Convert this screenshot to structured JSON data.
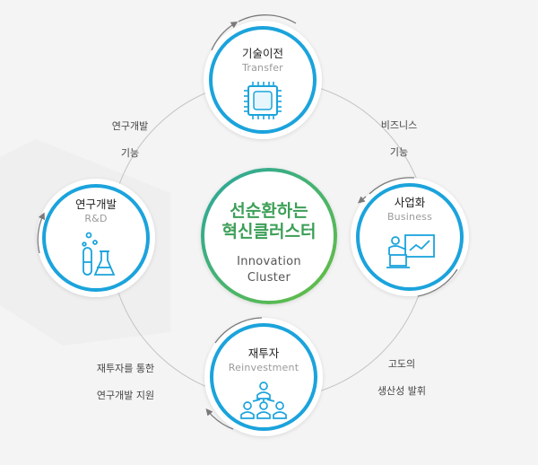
{
  "center": {
    "title_line1": "선순환하는",
    "title_line2": "혁신클러스터",
    "subtitle_line1": "Innovation",
    "subtitle_line2": "Cluster"
  },
  "nodes": {
    "transfer": {
      "ko": "기술이전",
      "en": "Transfer",
      "icon": "chip-icon"
    },
    "business": {
      "ko": "사업화",
      "en": "Business",
      "icon": "presentation-icon"
    },
    "reinvestment": {
      "ko": "재투자",
      "en": "Reinvestment",
      "icon": "people-network-icon"
    },
    "rnd": {
      "ko": "연구개발",
      "en": "R&D",
      "icon": "lab-flask-icon"
    }
  },
  "connectors": {
    "top_left": {
      "line1": "연구개발",
      "line2": "기능"
    },
    "top_right": {
      "line1": "비즈니스",
      "line2": "기능"
    },
    "bottom_right": {
      "line1": "고도의",
      "line2": "생산성 발휘"
    },
    "bottom_left": {
      "line1": "재투자를 통한",
      "line2": "연구개발 지원"
    }
  },
  "colors": {
    "ring_blue": "#1ba3dc",
    "center_green": "#3cab58",
    "center_teal": "#2aa7a0",
    "arc_gray": "#7a7a7a"
  }
}
